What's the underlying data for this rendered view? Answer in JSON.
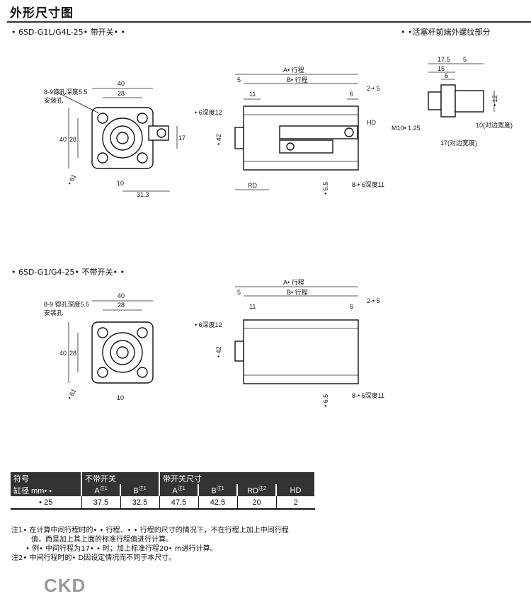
{
  "title": "外形尺寸图",
  "section1": {
    "heading": "• 6SD-G1L/G4L-25• 带开关• •",
    "rod_heading": "• •活塞杆前端外螺纹部分",
    "front": {
      "hole_label": "8-9锪孔深度5.5",
      "hole_label2": "安装孔",
      "w40": "40",
      "w28": "28",
      "h40": "40",
      "h28": "28",
      "d61": "• 61",
      "d10": "10",
      "d31": "31.3",
      "d17": "17"
    },
    "side": {
      "a": "A• 行程",
      "b": "B• 行程",
      "d5": "5",
      "d11": "11",
      "d6": "6",
      "port": "2-• 5",
      "hd": "HD",
      "depth12": "• 6深度12",
      "d42": "• 42",
      "rd": "RD",
      "d65": "• 6.5",
      "tap": "8-• 6深度11"
    },
    "rod": {
      "d175": "17.5",
      "d5": "5",
      "d15": "15",
      "d6": "6",
      "d12": "• 12",
      "thread": "M10• 1.25",
      "w10": "10(对边宽度)",
      "w17": "17(对边宽度)"
    }
  },
  "section2": {
    "heading": "• 6SD-G1/G4-25• 不带开关• •",
    "front": {
      "hole_label": "8-9 锪孔深度5.5",
      "hole_label2": "安装孔",
      "w40": "40",
      "w28": "28",
      "h40": "40",
      "h28": "28",
      "d61": "• 61",
      "d10": "10"
    },
    "side": {
      "a": "A• 行程",
      "b": "B• 行程",
      "d5": "5",
      "d11": "11",
      "d6": "6",
      "port": "2-• 5",
      "depth12": "• 6深度12",
      "d42": "• 42",
      "d65": "• 6.5",
      "tap": "8-• 6深度11"
    }
  },
  "table": {
    "h_symbol": "符号",
    "h_noswitch": "不带开关",
    "h_switch": "带开关尺寸",
    "h_bore": "缸径 mm• •",
    "cols": [
      "A",
      "B",
      "A",
      "B",
      "RD",
      "HD"
    ],
    "sups": [
      "注1",
      "注1",
      "注1",
      "注1",
      "注2",
      ""
    ],
    "row": [
      "• 25",
      "37.5",
      "32.5",
      "47.5",
      "42.5",
      "20",
      "2"
    ]
  },
  "notes": [
    "注1•  在计算中间行程时的• •  行程、• •  行程的尺寸的情况下，不在行程上加上中间行程",
    "值，而是加上其上面的标准行程值进行计算。",
    "• 例•  中间行程为17• •  时；加上标准行程20•  m进行计算。",
    "注2•  中间行程时的•  D因设定情况而不同于本尺寸。"
  ],
  "logo": "CKD"
}
